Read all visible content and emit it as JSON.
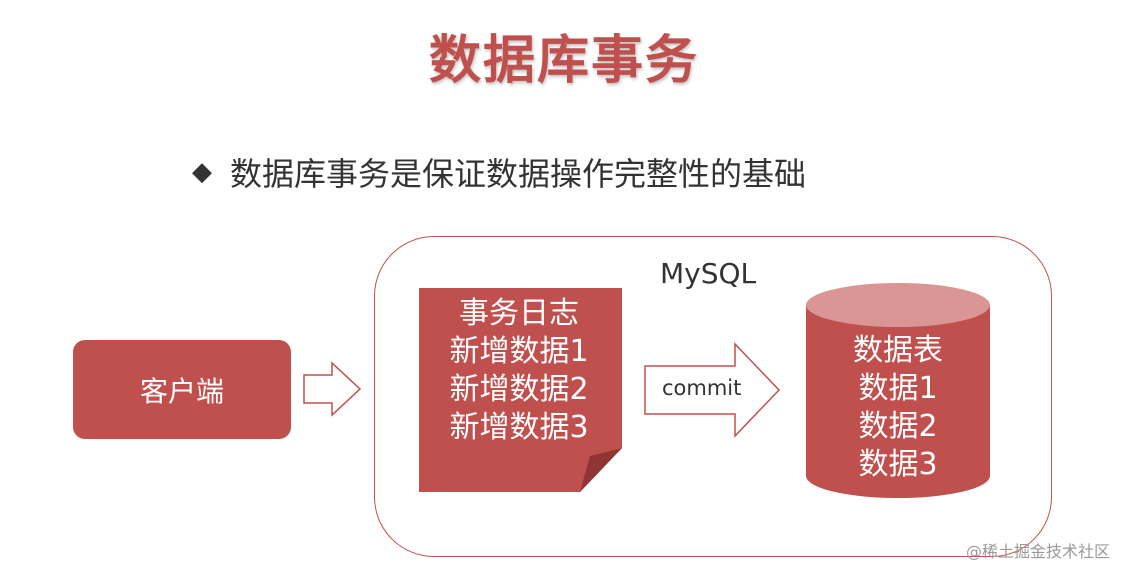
{
  "title": "数据库事务",
  "bullet": {
    "symbol": "◆",
    "text": "数据库事务是保证数据操作完整性的基础"
  },
  "client": {
    "label": "客户端"
  },
  "mysql": {
    "label": "MySQL"
  },
  "transaction_log": {
    "lines": [
      "事务日志",
      "新增数据1",
      "新增数据2",
      "新增数据3"
    ]
  },
  "commit": {
    "label": "commit"
  },
  "database": {
    "lines": [
      "数据表",
      "数据1",
      "数据2",
      "数据3"
    ]
  },
  "watermark": "@稀土掘金技术社区",
  "colors": {
    "accent": "#c0504d",
    "cylinder_top": "#d99694",
    "text": "#333333"
  }
}
